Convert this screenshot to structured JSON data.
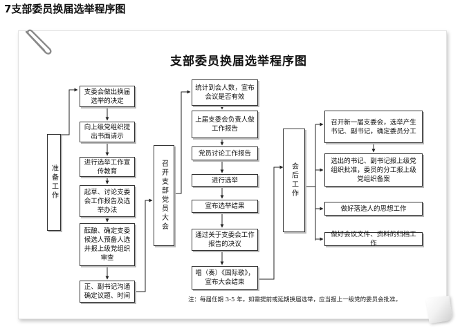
{
  "heading": "7支部委员换届选举程序图",
  "title": "支部委员换届选举程序图",
  "stages": {
    "prep": "准备工作",
    "meeting": "召开支部党员大会",
    "after": "会后工作"
  },
  "prep_steps": [
    "支委会做出换届选举的决定",
    "向上级党组织提出书面请示",
    "进行选举工作宣传教育",
    "起草、讨论支委会工作报告及选举办法",
    "酝酿、确定支委候选人预备人选并报上级党组织审查",
    "正、副书记沟通确定议题、时间"
  ],
  "meeting_steps": [
    "统计到会人数，宣布会议是否有效",
    "上届支委会负责人做工作报告",
    "党员讨论工作报告",
    "进行选举",
    "宣布选举结果",
    "通过关于支委会工作报告的决议",
    "唱（奏）《国际歌》，宣布大会结束"
  ],
  "after_steps": [
    "召开新一届支委会，选举产生书记、副书记，确定委员分工",
    "选出的书记、副书记报上级党组织批准，委员的分工报上级党组织备案",
    "做好落选人的思想工作",
    "做好会议文件、资料的归档工作"
  ],
  "note": "注：每届任期 3-5 年。如需提前或延期换届选举，应当报上一级党的委员会批准。"
}
